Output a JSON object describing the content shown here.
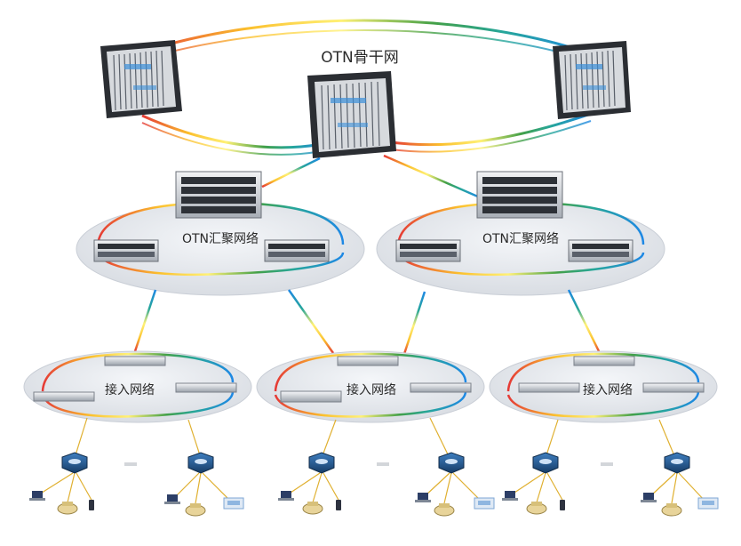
{
  "backbone": {
    "label": "OTN骨干网"
  },
  "aggregation": [
    {
      "label": "OTN汇聚网络"
    },
    {
      "label": "OTN汇聚网络"
    }
  ],
  "access": [
    {
      "label": "接入网络"
    },
    {
      "label": "接入网络"
    },
    {
      "label": "接入网络"
    }
  ],
  "colors": {
    "ring_gradient": [
      "#e53935",
      "#fbc02d",
      "#fff176",
      "#43a047",
      "#26a69a",
      "#1e88e5"
    ],
    "ellipse_fill": "#e6e9ee",
    "router_fill": "#23588f"
  },
  "icons": [
    "otn-rack-icon",
    "otn-shelf-icon",
    "access-switch-icon",
    "router-icon",
    "phone-icon",
    "laptop-icon",
    "mobile-icon",
    "set-top-box-icon"
  ]
}
